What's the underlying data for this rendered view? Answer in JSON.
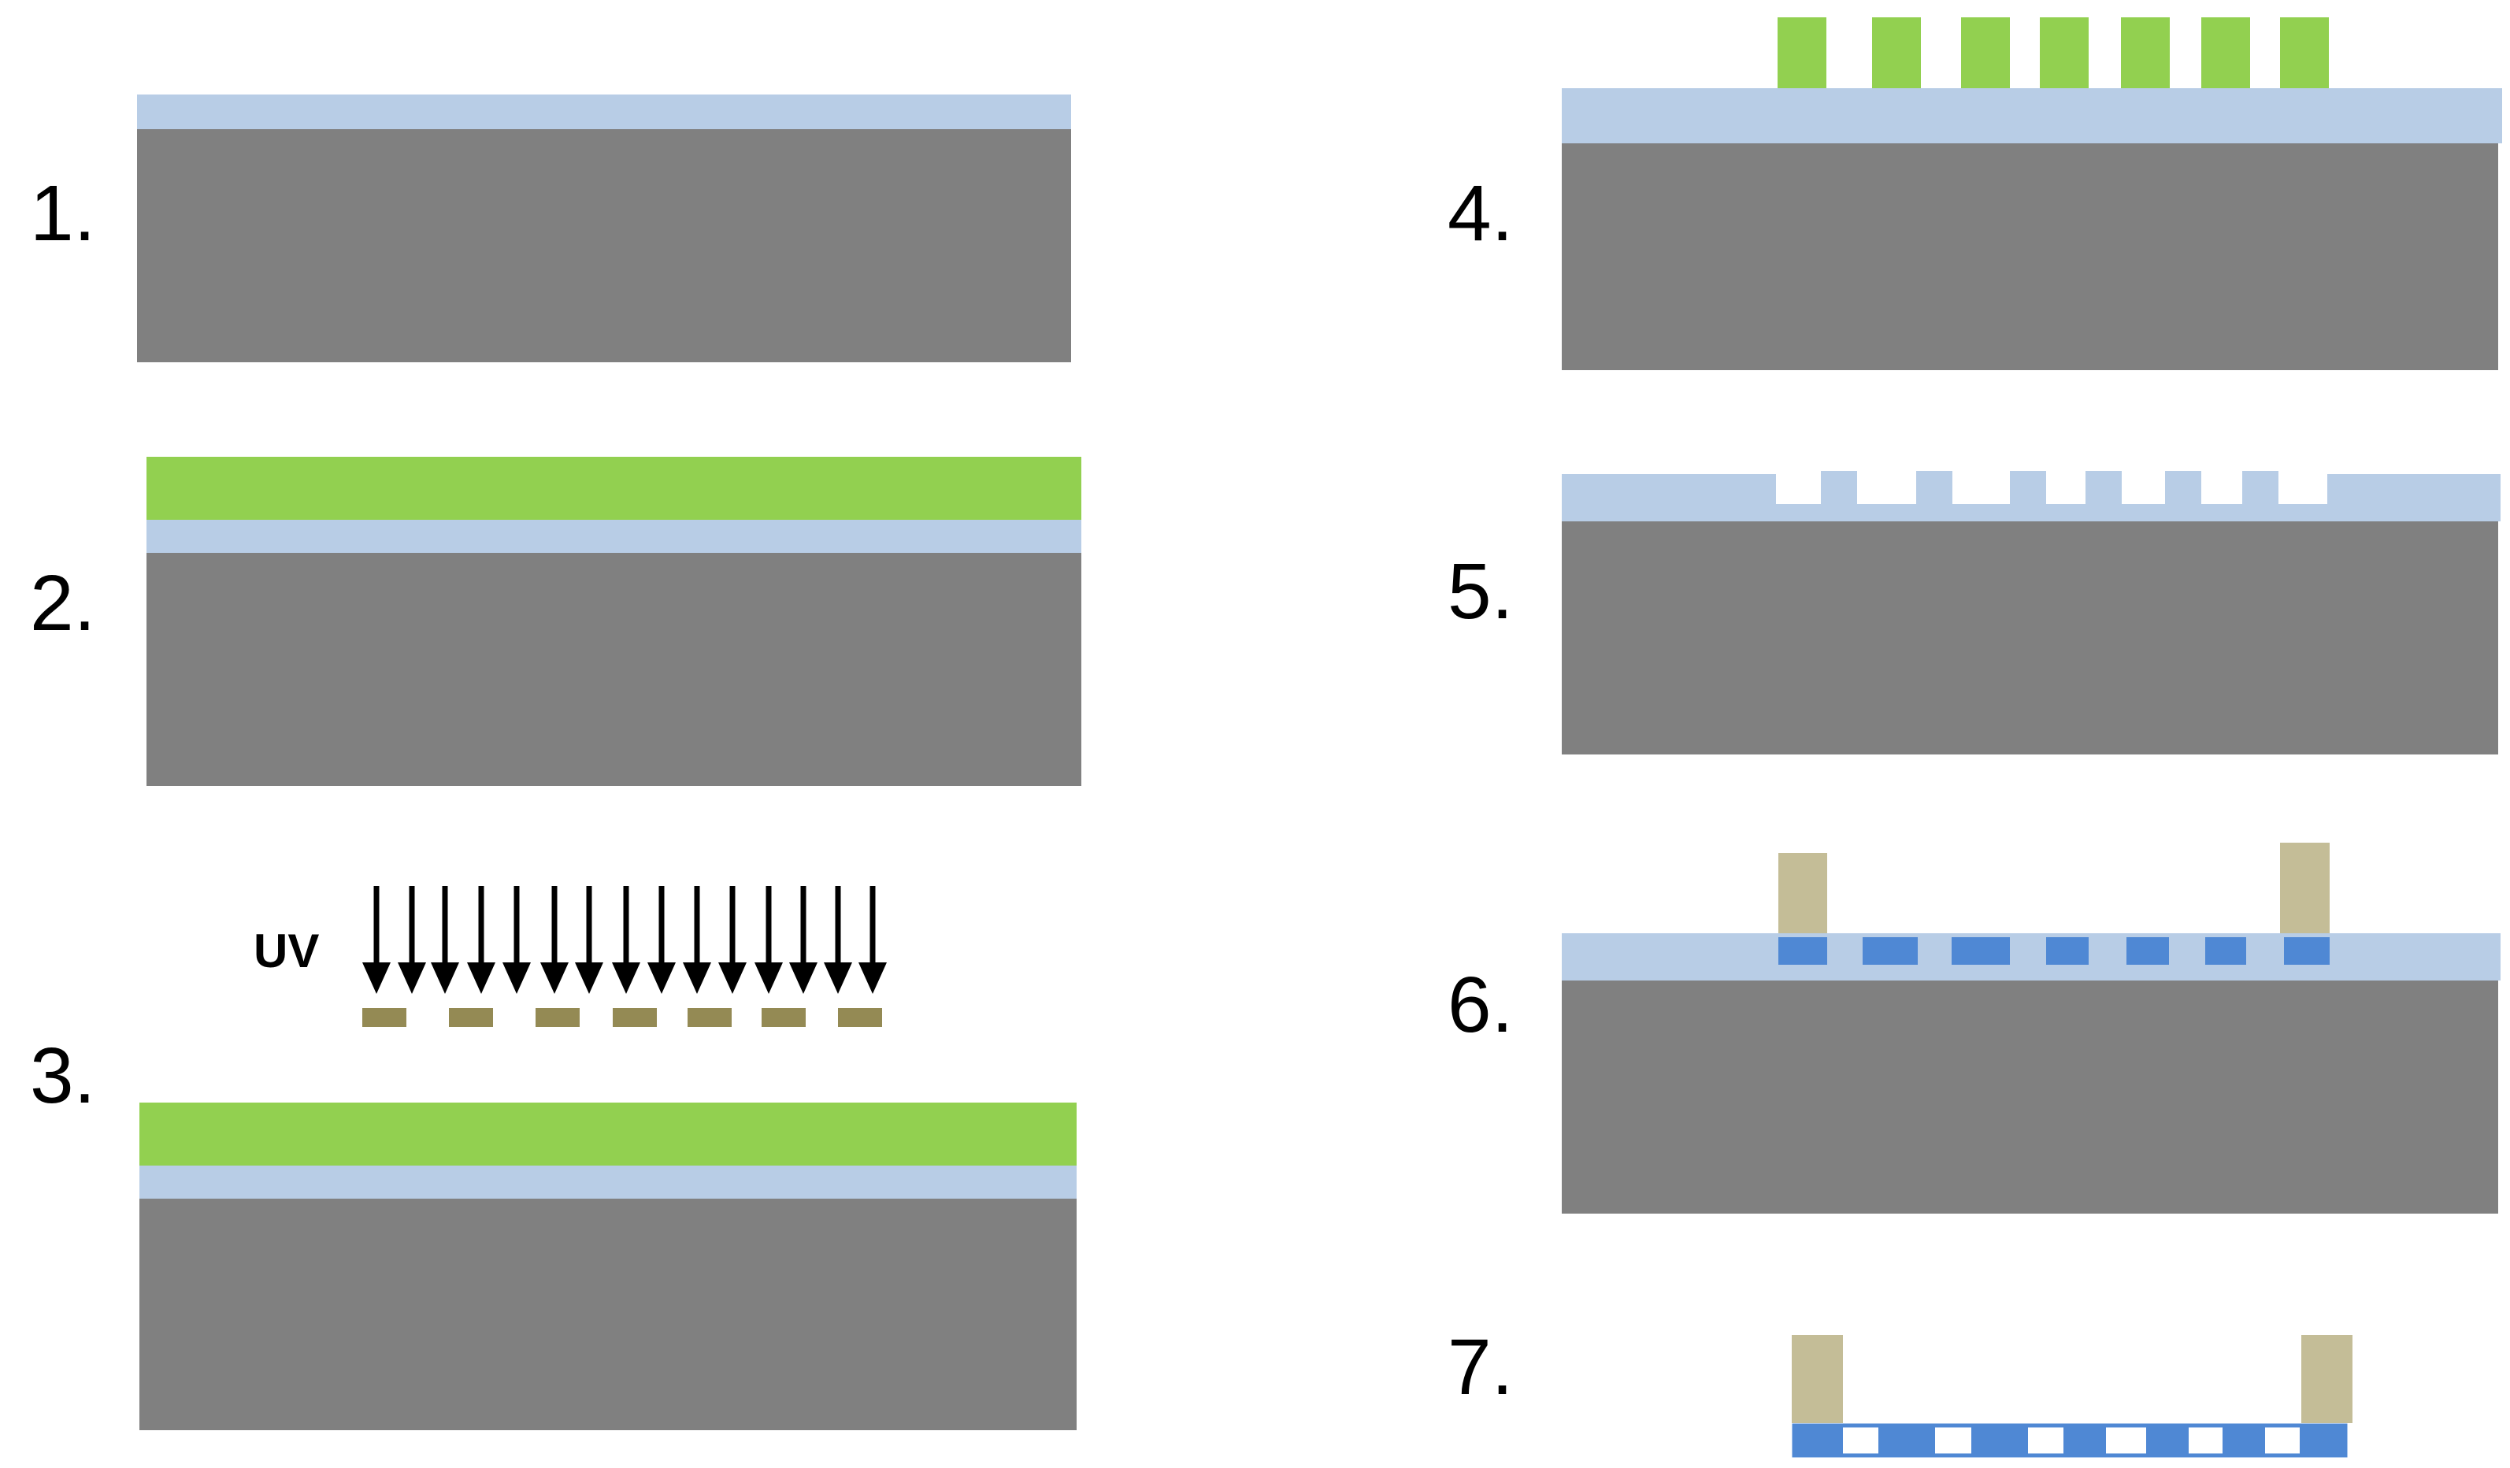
{
  "steps": [
    {
      "label": "1."
    },
    {
      "label": "2."
    },
    {
      "label": "3."
    },
    {
      "label": "4."
    },
    {
      "label": "5."
    },
    {
      "label": "6."
    },
    {
      "label": "7."
    }
  ],
  "uv_label": "UV",
  "colors": {
    "substrate": "#808080",
    "oxide_layer": "#b8cde6",
    "photoresist": "#92d050",
    "mask": "#948a54",
    "metal_fill": "#4f88d4",
    "support_post": "#c4bd97",
    "arrow": "#000000"
  }
}
